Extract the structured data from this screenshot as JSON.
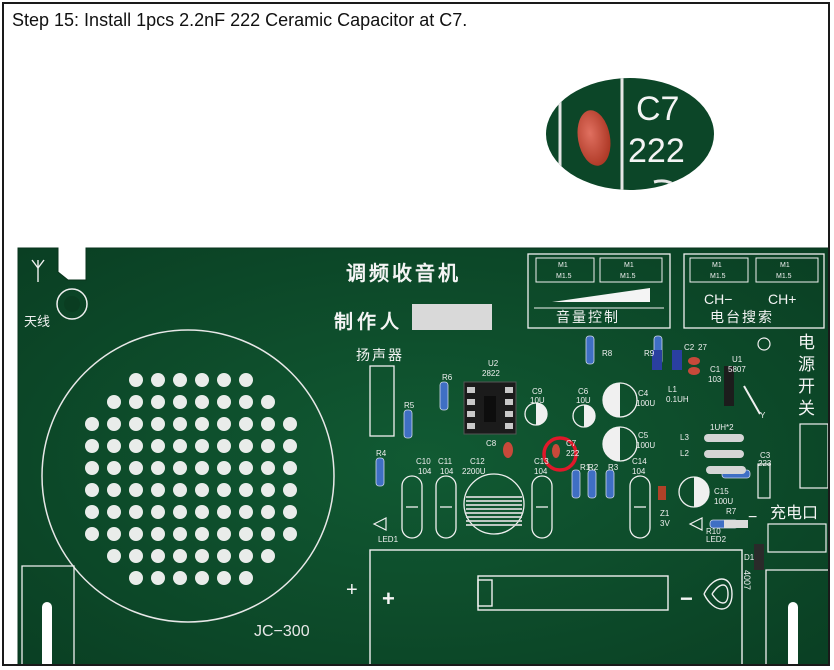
{
  "caption": "Step 15: Install 1pcs 2.2nF 222 Ceramic Capacitor at C7.",
  "zoom": {
    "line1": "C7",
    "line2": "222"
  },
  "board": {
    "title": "调频收音机",
    "maker_label": "制作人",
    "antenna_label": "天线",
    "speaker_label": "扬声器",
    "volume_label": "音量控制",
    "station_label": "电台搜索",
    "ch_minus": "CH−",
    "ch_plus": "CH+",
    "power_switch_label": "电源开关",
    "charge_label": "充电口",
    "model": "JC−300",
    "battery_plus": "+",
    "battery_minus": "−",
    "pot_m1": "M1",
    "pot_m15": "M1.5",
    "minus_sign": "−",
    "parts": {
      "u2": "U2",
      "u2v": "2822",
      "r6": "R6",
      "r5": "R5",
      "r4": "R4",
      "r8": "R8",
      "r9": "R9",
      "r1": "R1",
      "r2": "R2",
      "r3": "R3",
      "r7": "R7",
      "r10": "R10",
      "c9": "C9",
      "c9v": "10U",
      "c6": "C6",
      "c6v": "10U",
      "c4": "C4",
      "c4v": "100U",
      "c5": "C5",
      "c5v": "100U",
      "c8": "C8",
      "c7": "C7",
      "c7v": "222",
      "c10": "C10",
      "c10v": "104",
      "c11": "C11",
      "c11v": "104",
      "c12": "C12",
      "c12v": "2200U",
      "c13": "C13",
      "c13v": "104",
      "c14": "C14",
      "c14v": "104",
      "c15": "C15",
      "c15v": "100U",
      "c1": "C1",
      "c1v": "103",
      "c2": "C2",
      "c2v": "27",
      "c3": "C3",
      "c3v": "223",
      "u1": "U1",
      "u1v": "5807",
      "l1": "L1",
      "l1v": "0.1UH",
      "l2": "L2",
      "l3": "L3",
      "l3v": "1UH*2",
      "z1": "Z1",
      "z1v": "3V",
      "led1": "LED1",
      "led2": "LED2",
      "d1": "D1",
      "d1v": "4007",
      "y": "Y"
    }
  },
  "colors": {
    "pcb": "#0d4a2a",
    "silk": "#f2f2f2",
    "highlight": "#e0182a",
    "capacitor": "#c8493a"
  }
}
